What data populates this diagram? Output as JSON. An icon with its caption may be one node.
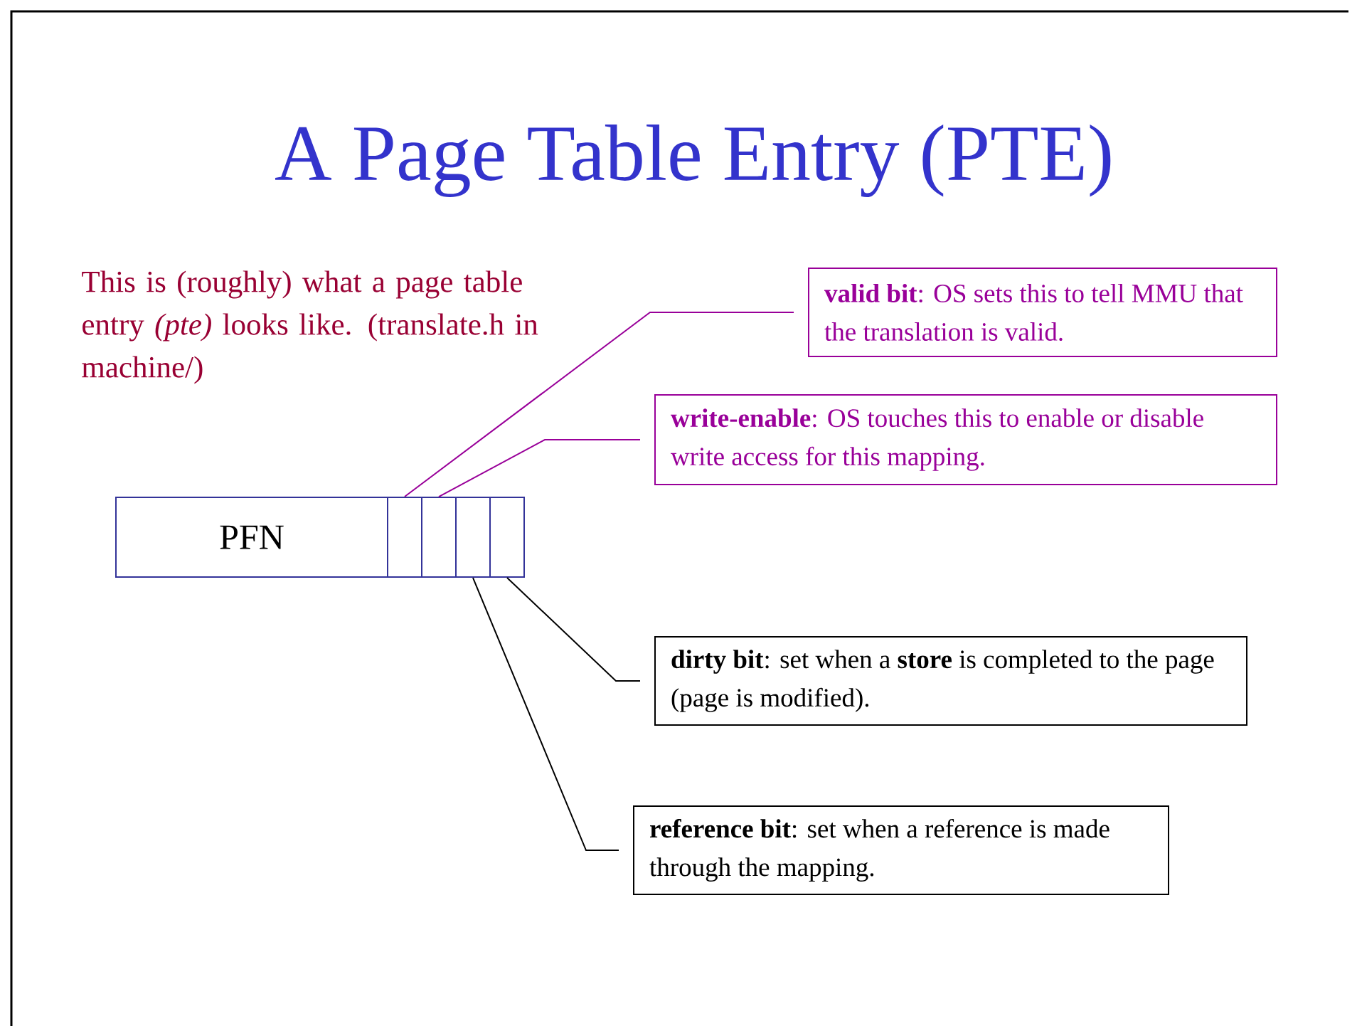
{
  "diagram": {
    "title": "A Page Table Entry (PTE)",
    "nodes": [
      {
        "text": [
          "PFN"
        ]
      },
      {
        "text": [],
        "shape": "box"
      },
      {
        "text": [],
        "shape": "box"
      },
      {
        "text": [],
        "shape": "box"
      },
      {
        "text": [],
        "shape": "box"
      },
      {
        "text": [
          "**valid bit**: OS sets this to tell MMU that the translation is valid."
        ]
      },
      {
        "text": [
          "**write-enable**: OS touches this to enable or disable write access for this mapping."
        ]
      },
      {
        "text": [
          "**dirty bit**: set when a **store** is completed to the page (page is modified)."
        ]
      },
      {
        "text": [
          "**reference bit**: set when a reference is made through the mapping."
        ]
      }
    ],
    "edges": [
      {
        "from": 5,
        "to": 1,
        "arrow": "none",
        "color": "#990099"
      },
      {
        "from": 6,
        "to": 2,
        "arrow": "none",
        "color": "#990099"
      },
      {
        "from": 7,
        "to": 4,
        "arrow": "none",
        "color": "#000000"
      },
      {
        "from": 8,
        "to": 3,
        "arrow": "none",
        "color": "#000000"
      }
    ],
    "labels": [
      "This is (roughly) what a page table entry *(pte)* looks like. (translate.h in machine/)"
    ]
  }
}
